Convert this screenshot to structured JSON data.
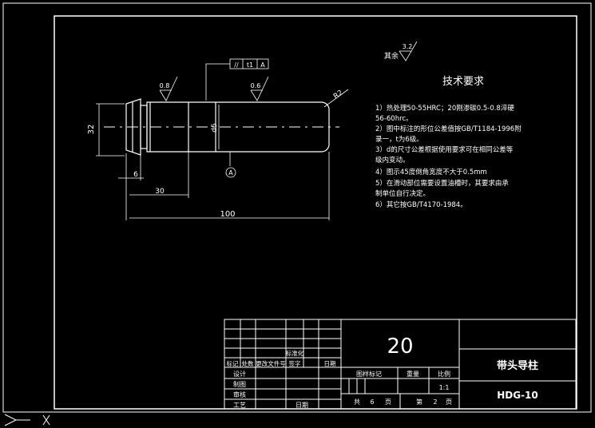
{
  "roughness": {
    "general_label": "其余",
    "general_value": "3.2",
    "left_value": "0.8",
    "right_value": "0.6"
  },
  "tolerance": {
    "symbol": "//",
    "value": "t1",
    "datum": "A"
  },
  "dimensions": {
    "d32": "32",
    "d_inner": "d5",
    "r2": "R2",
    "l6": "6",
    "l30": "30",
    "l100": "100",
    "datum_label": "A"
  },
  "notes": {
    "title": "技术要求",
    "lines": [
      "1）热处理50-55HRC；20刚渗碳0.5-0.8淬硬",
      "56-60hrc。",
      "2）图中标注的形位公差值按GB/T1184-1996附",
      "录一，t为6级。",
      "3）d的尺寸公差根据使用要求可在相同公差等",
      "级内变动。",
      "4）图示45度倒角宽度不大于0.5mm",
      "5）在滑动部位需要设置油槽时，其要求由承",
      "制单位自行决定。",
      "6）其它按GB/T4170-1984。"
    ]
  },
  "title_block": {
    "material": "20",
    "part_name": "带头导柱",
    "drawing_no": "HDG-10",
    "rev_headers": [
      "标记",
      "处数",
      "更改文件号",
      "签字",
      "日期"
    ],
    "std_label": "标准化",
    "design": "设计",
    "draw": "制图",
    "check": "审核",
    "process": "工艺",
    "date": "日期",
    "sheet_mark": "图样标记",
    "weight": "重量",
    "scale_label": "比例",
    "scale_value": "1:1",
    "total_prefix": "共",
    "total_value": "6",
    "total_suffix": "页",
    "sheet_prefix": "第",
    "sheet_value": "2",
    "sheet_suffix": "页"
  },
  "colors": {
    "line": "#ffffff",
    "background": "#000000"
  }
}
